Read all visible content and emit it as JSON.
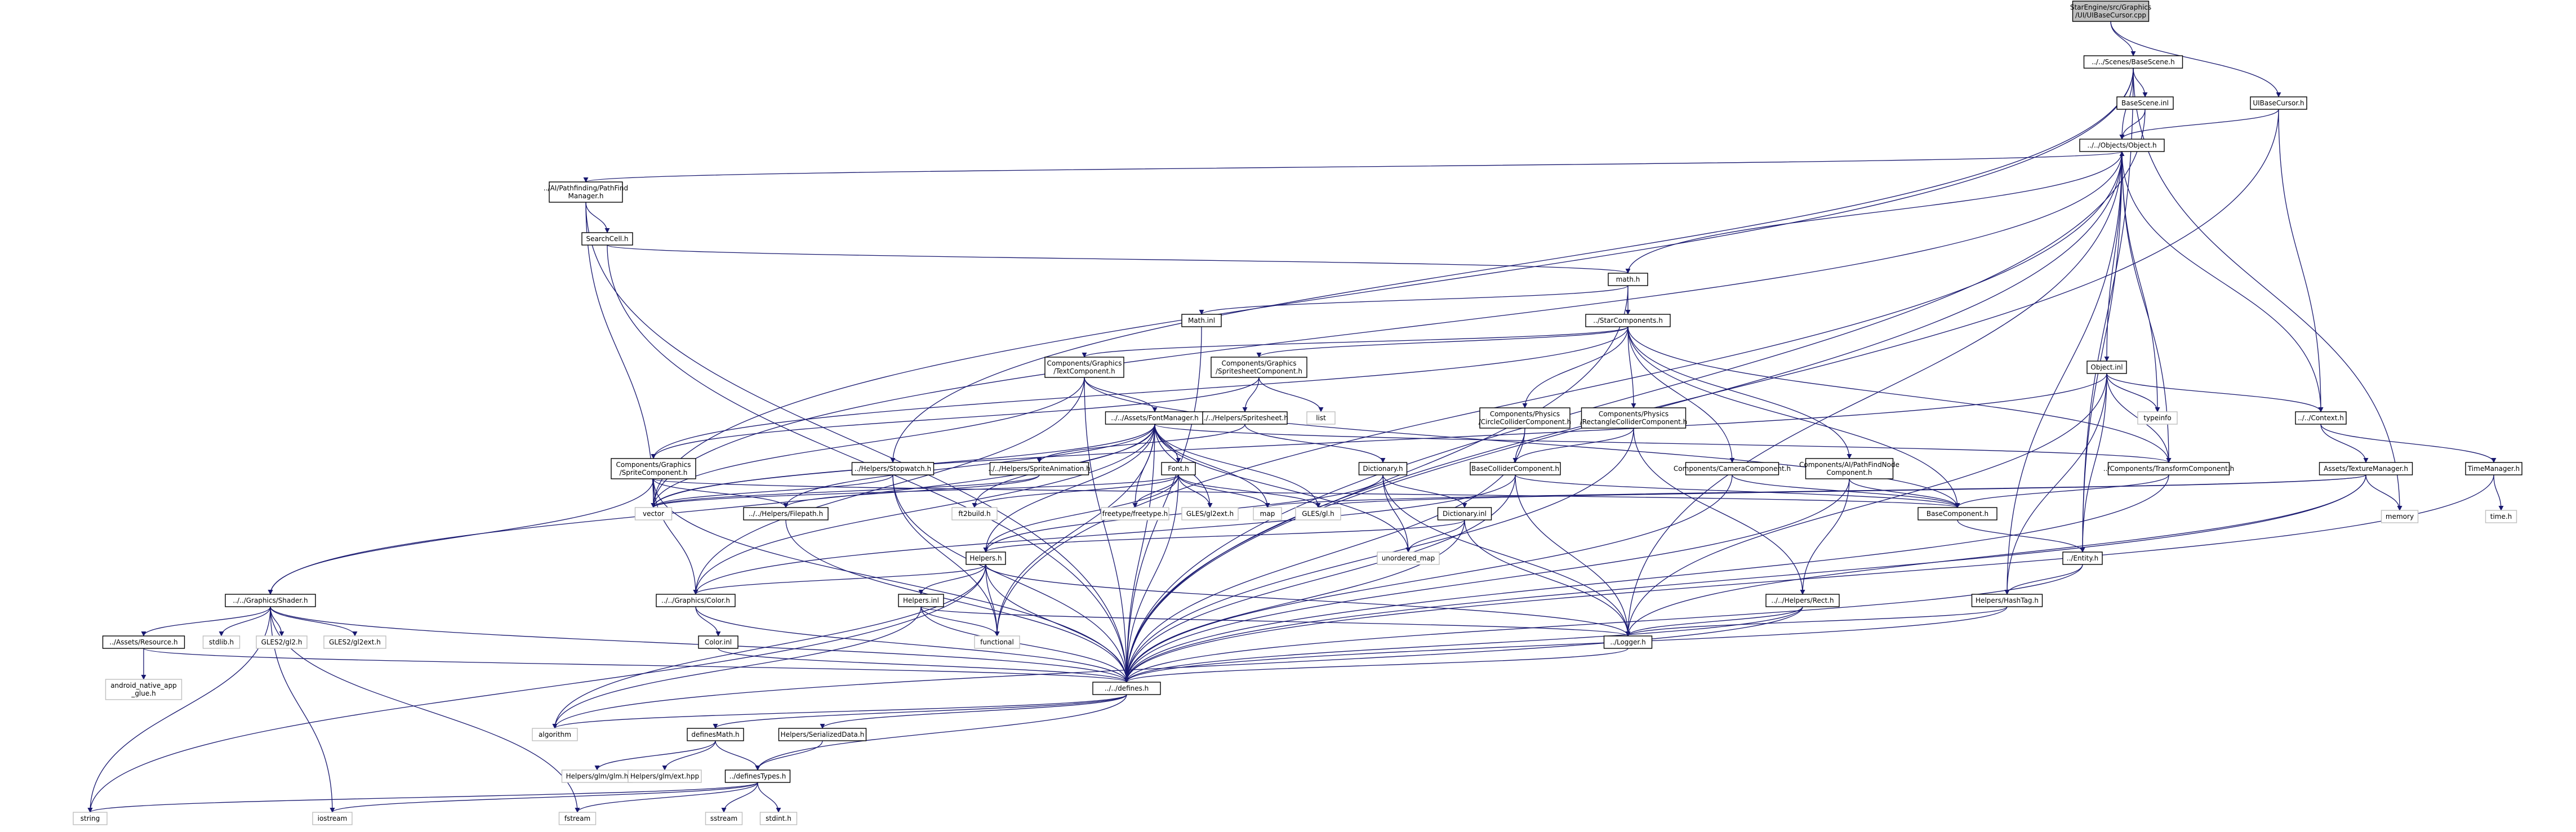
{
  "colors": {
    "edge": "#191970",
    "root_fill": "#bfbfbf",
    "node_border": "#000000",
    "external_border": "#bfbfbf"
  },
  "nodes": {
    "root": [
      "StarEngine/src/Graphics",
      "/UI/UIBaseCursor.cpp"
    ],
    "basescene_h": [
      "../../Scenes/BaseScene.h"
    ],
    "uibasecursor_h": [
      "UIBaseCursor.h"
    ],
    "basescene_inl": [
      "BaseScene.inl"
    ],
    "object_h": [
      "../../Objects/Object.h"
    ],
    "pathfind_h": [
      "../AI/Pathfinding/PathFind",
      "Manager.h"
    ],
    "searchcell_h": [
      "SearchCell.h"
    ],
    "math_h": [
      "math.h"
    ],
    "math_inl": [
      "Math.inl"
    ],
    "starcomponents_h": [
      "../StarComponents.h"
    ],
    "textcomp_h": [
      "Components/Graphics",
      "/TextComponent.h"
    ],
    "spritesheetcomp_h": [
      "Components/Graphics",
      "/SpritesheetComponent.h"
    ],
    "object_inl": [
      "Object.inl"
    ],
    "typeinfo": [
      "typeinfo"
    ],
    "context_h": [
      "../../Context.h"
    ],
    "list": [
      "list"
    ],
    "fontmanager_h": [
      "../../Assets/FontManager.h"
    ],
    "helpers_spritesheet_h": [
      "../../Helpers/Spritesheet.h"
    ],
    "circlecollider_h": [
      "Components/Physics",
      "/CircleColliderComponent.h"
    ],
    "rectcollider_h": [
      "Components/Physics",
      "/RectangleColliderComponent.h"
    ],
    "timemanager_h": [
      "TimeManager.h"
    ],
    "spritecomp_h": [
      "Components/Graphics",
      "/SpriteComponent.h"
    ],
    "stopwatch_h": [
      "../Helpers/Stopwatch.h"
    ],
    "spriteanimation_h": [
      "../../Helpers/SpriteAnimation.h"
    ],
    "font_h": [
      "Font.h"
    ],
    "dictionary_h": [
      "Dictionary.h"
    ],
    "basecollider_h": [
      "BaseColliderComponent.h"
    ],
    "cameracomp_h": [
      "Components/CameraComponent.h"
    ],
    "pathfindnode_h": [
      "Components/AI/PathFindNode",
      "Component.h"
    ],
    "transformcomp_h": [
      "../Components/TransformComponent.h"
    ],
    "texturemanager_h": [
      "Assets/TextureManager.h"
    ],
    "memory": [
      "memory"
    ],
    "time_h": [
      "time.h"
    ],
    "vector": [
      "vector"
    ],
    "filepath_h": [
      "../../Helpers/Filepath.h"
    ],
    "ft2build_h": [
      "ft2build.h"
    ],
    "freetype_h": [
      "freetype/freetype.h"
    ],
    "gles2ext_h": [
      "GLES/gl2ext.h"
    ],
    "map": [
      "map"
    ],
    "gles2gl_h": [
      "GLES/gl.h"
    ],
    "dictionary_inl": [
      "Dictionary.inl"
    ],
    "basecomponent_h": [
      "BaseComponent.h"
    ],
    "unordered_map": [
      "unordered_map"
    ],
    "entity_h": [
      "../Entity.h"
    ],
    "helpers_h": [
      "Helpers.h"
    ],
    "shader_h": [
      "../../Graphics/Shader.h"
    ],
    "color_h": [
      "../../Graphics/Color.h"
    ],
    "helpers_inl": [
      "Helpers.inl"
    ],
    "rect_h": [
      "../../Helpers/Rect.h"
    ],
    "hashtag_h": [
      "Helpers/HashTag.h"
    ],
    "assetsresource_h": [
      "../Assets/Resource.h"
    ],
    "stdlib_h": [
      "stdlib.h"
    ],
    "gles2gl2_h": [
      "GLES2/gl2.h"
    ],
    "gles2gl2ext_h": [
      "GLES2/gl2ext.h"
    ],
    "color_inl": [
      "Color.inl"
    ],
    "functional": [
      "functional"
    ],
    "logger_h": [
      "../Logger.h"
    ],
    "defines_h": [
      "../../defines.h"
    ],
    "android_native_app_glue_h": [
      "android_native_app",
      "_glue.h"
    ],
    "algorithm": [
      "algorithm"
    ],
    "definesmath_h": [
      "definesMath.h"
    ],
    "serializeddata_h": [
      "Helpers/SerializedData.h"
    ],
    "glm_h": [
      "Helpers/glm/glm.h"
    ],
    "glmext_h": [
      "Helpers/glm/ext.hpp"
    ],
    "definestypes_h": [
      "../definesTypes.h"
    ],
    "string": [
      "string"
    ],
    "iostream": [
      "iostream"
    ],
    "fstream": [
      "fstream"
    ],
    "sstream": [
      "sstream"
    ],
    "stdint_h": [
      "stdint.h"
    ]
  }
}
